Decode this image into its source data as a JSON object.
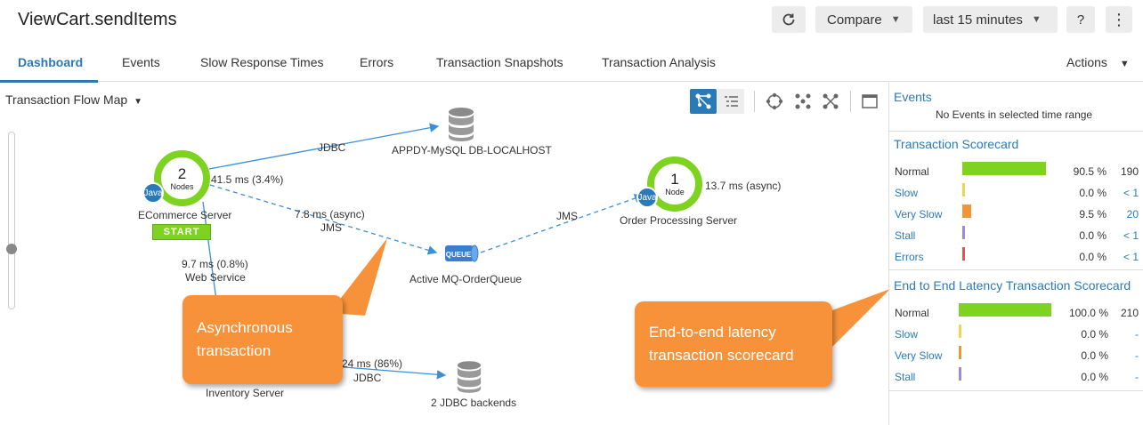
{
  "page": {
    "title": "ViewCart.sendItems"
  },
  "header": {
    "compare_label": "Compare",
    "time_range_label": "last 15 minutes",
    "help_label": "?",
    "more_label": "⋮"
  },
  "tabs": [
    {
      "label": "Dashboard"
    },
    {
      "label": "Events"
    },
    {
      "label": "Slow Response Times"
    },
    {
      "label": "Errors"
    },
    {
      "label": "Transaction Snapshots"
    },
    {
      "label": "Transaction Analysis"
    }
  ],
  "actions_label": "Actions",
  "flow_map": {
    "title": "Transaction Flow Map",
    "nodes": {
      "ecommerce": {
        "count": "2",
        "unit": "Nodes",
        "badge": "Java",
        "name": "ECommerce Server",
        "start": "START"
      },
      "order": {
        "count": "1",
        "unit": "Node",
        "badge": "Java",
        "name": "Order Processing Server"
      },
      "db": {
        "name": "APPDY-MySQL DB-LOCALHOST"
      },
      "queue": {
        "badge": "QUEUE",
        "name": "Active MQ-OrderQueue"
      },
      "inventory": {
        "name": "Inventory Server"
      },
      "jdbc_backends": {
        "name": "2 JDBC backends"
      }
    },
    "edges": {
      "jdbc_top": "JDBC",
      "ecom_time": "41.5 ms (3.4%)",
      "async_time": "7.8 ms (async)",
      "async_proto": "JMS",
      "jms_right": "JMS",
      "order_time": "13.7 ms (async)",
      "ws_time": "9.7 ms (0.8%)",
      "ws_proto": "Web Service",
      "inv_time_partial": "24 ms (86%)",
      "inv_proto": "JDBC"
    }
  },
  "callouts": {
    "async": "Asynchronous transaction",
    "e2e": "End-to-end latency transaction scorecard"
  },
  "events": {
    "title": "Events",
    "empty_text": "No Events in selected time range"
  },
  "transaction_scorecard": {
    "title": "Transaction Scorecard",
    "rows": [
      {
        "label": "Normal",
        "percent_value": 90.5,
        "percent": "90.5 %",
        "count": "190",
        "color": "#7ed321",
        "link": false
      },
      {
        "label": "Slow",
        "percent_value": 0.0,
        "percent": "0.0 %",
        "count": "< 1",
        "color": "#f8d347",
        "link": true
      },
      {
        "label": "Very Slow",
        "percent_value": 9.5,
        "percent": "9.5 %",
        "count": "20",
        "color": "#f0963a",
        "link": true
      },
      {
        "label": "Stall",
        "percent_value": 0.0,
        "percent": "0.0 %",
        "count": "< 1",
        "color": "#9b8ae0",
        "link": true
      },
      {
        "label": "Errors",
        "percent_value": 0.0,
        "percent": "0.0 %",
        "count": "< 1",
        "color": "#e05454",
        "link": true
      }
    ]
  },
  "e2e_scorecard": {
    "title": "End to End Latency Transaction Scorecard",
    "rows": [
      {
        "label": "Normal",
        "percent_value": 100.0,
        "percent": "100.0 %",
        "count": "210",
        "color": "#7ed321",
        "link": false
      },
      {
        "label": "Slow",
        "percent_value": 0.0,
        "percent": "0.0 %",
        "count": "-",
        "color": "#f8d347",
        "link": true
      },
      {
        "label": "Very Slow",
        "percent_value": 0.0,
        "percent": "0.0 %",
        "count": "-",
        "color": "#f0963a",
        "link": true
      },
      {
        "label": "Stall",
        "percent_value": 0.0,
        "percent": "0.0 %",
        "count": "-",
        "color": "#9b8ae0",
        "link": true
      }
    ]
  }
}
